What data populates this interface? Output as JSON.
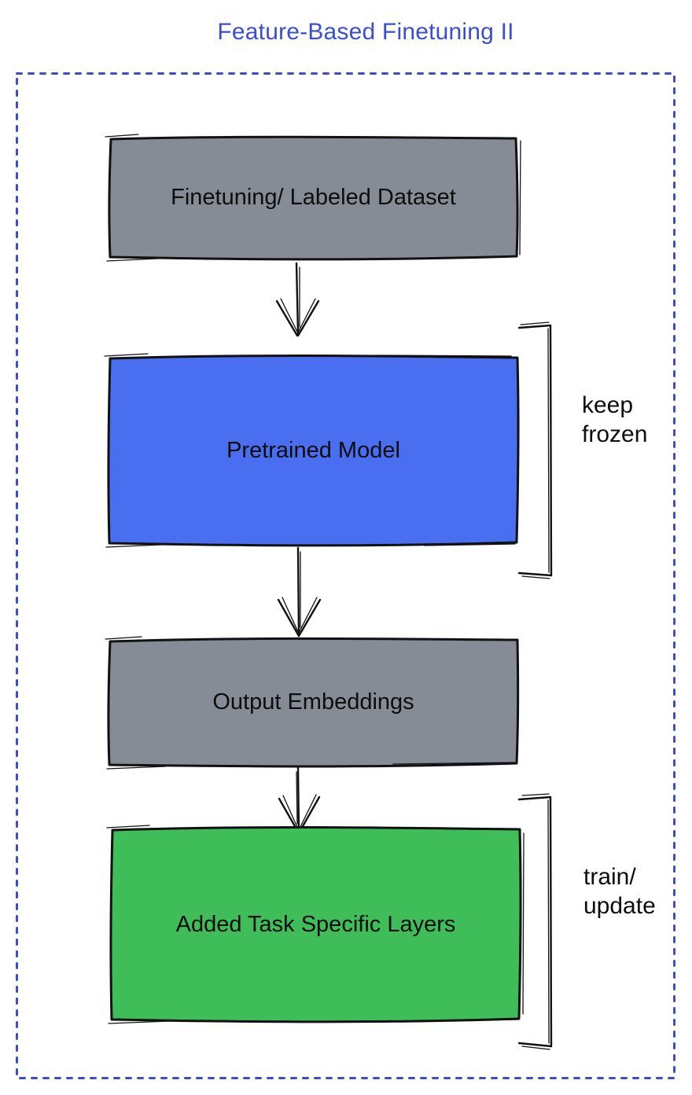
{
  "title": "Feature-Based Finetuning II",
  "colors": {
    "title_text": "#3a4fd0",
    "frame_border": "#3b4ec4",
    "box_gray": "#858c95",
    "box_blue": "#4a6ef0",
    "box_green": "#3ebd58",
    "ink": "#111111"
  },
  "nodes": [
    {
      "id": "finetuning-dataset",
      "label": "Finetuning/ Labeled Dataset",
      "fill": "gray"
    },
    {
      "id": "pretrained-model",
      "label": "Pretrained Model",
      "fill": "blue"
    },
    {
      "id": "output-embeddings",
      "label": "Output Embeddings",
      "fill": "gray"
    },
    {
      "id": "task-specific-layers",
      "label": "Added Task Specific Layers",
      "fill": "green"
    }
  ],
  "annotations": [
    {
      "id": "keep-frozen",
      "lines": [
        "keep",
        "frozen"
      ]
    },
    {
      "id": "train-update",
      "lines": [
        "train/",
        "update"
      ]
    }
  ]
}
